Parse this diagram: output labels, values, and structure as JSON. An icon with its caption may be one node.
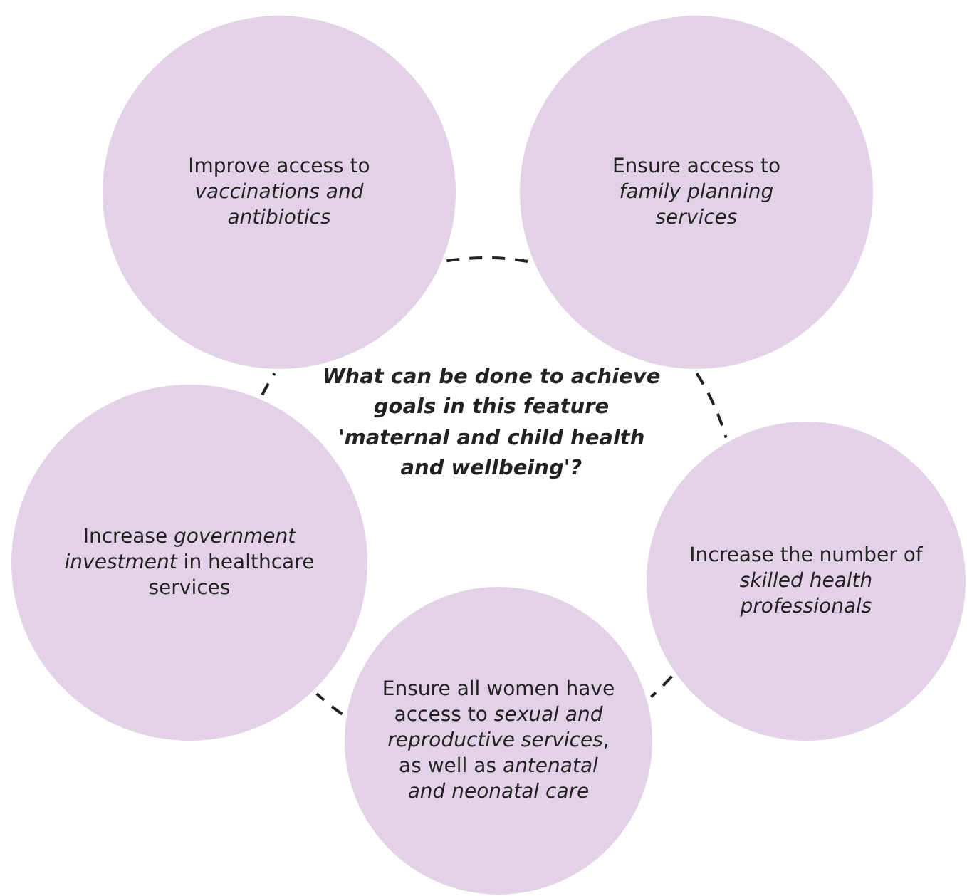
{
  "diagram": {
    "nodes": [
      {
        "text": [
          "What can be done to achieve goals in this feature 'maternal and child health and wellbeing'?"
        ]
      },
      {
        "text": [
          "Improve access to *vaccinations and antibiotics*"
        ]
      },
      {
        "text": [
          "Ensure access to *family planning services*"
        ]
      },
      {
        "text": [
          "Increase *government investment* in healthcare services"
        ]
      },
      {
        "text": [
          "Increase the number of *skilled health professionals*"
        ]
      },
      {
        "text": [
          "Ensure all women have access to *sexual and reproductive services*, as well as *antenatal and neonatal care*"
        ]
      }
    ],
    "edges": [
      {
        "from": 1,
        "to": 2,
        "arrow": "none",
        "style": "dashed"
      },
      {
        "from": 2,
        "to": 4,
        "arrow": "none",
        "style": "dashed"
      },
      {
        "from": 4,
        "to": 5,
        "arrow": "none",
        "style": "dashed"
      },
      {
        "from": 5,
        "to": 3,
        "arrow": "none",
        "style": "dashed"
      },
      {
        "from": 3,
        "to": 1,
        "arrow": "none",
        "style": "dashed"
      }
    ]
  }
}
